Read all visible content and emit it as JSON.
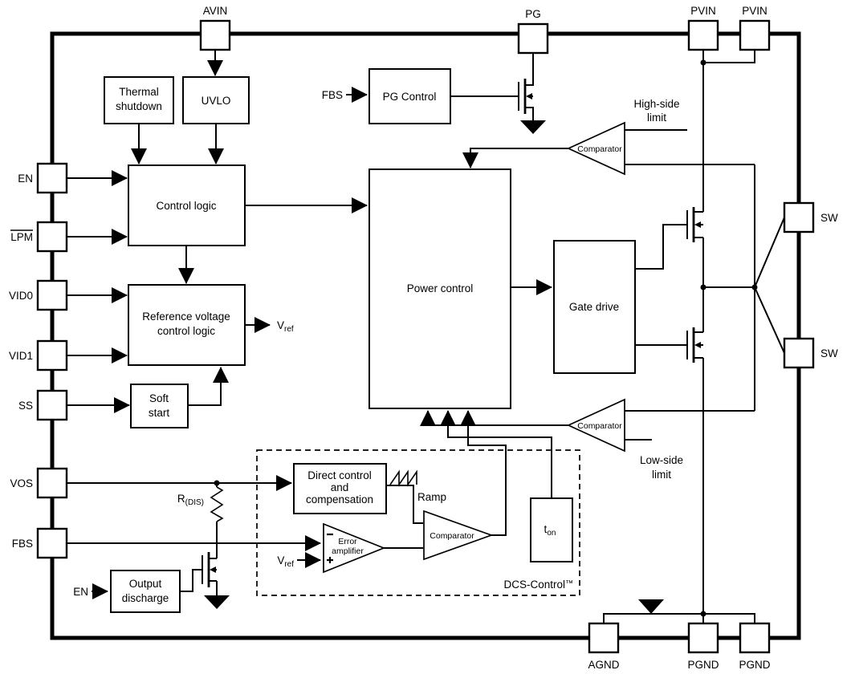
{
  "diagram": {
    "pins": {
      "avin": "AVIN",
      "pg": "PG",
      "pvin_1": "PVIN",
      "pvin_2": "PVIN",
      "en": "EN",
      "lpm": "LPM",
      "vid0": "VID0",
      "vid1": "VID1",
      "ss": "SS",
      "vos": "VOS",
      "fbs": "FBS",
      "sw_1": "SW",
      "sw_2": "SW",
      "agnd": "AGND",
      "pgnd_1": "PGND",
      "pgnd_2": "PGND"
    },
    "blocks": {
      "thermal_shutdown": [
        "Thermal",
        "shutdown"
      ],
      "uvlo": "UVLO",
      "pg_control": "PG Control",
      "control_logic": "Control logic",
      "ref_voltage": [
        "Reference voltage",
        "control logic"
      ],
      "soft_start": [
        "Soft",
        "start"
      ],
      "power_control": "Power control",
      "gate_drive": "Gate drive",
      "output_discharge": [
        "Output",
        "discharge"
      ],
      "direct_control": [
        "Direct control",
        "and",
        "compensation"
      ],
      "ton": {
        "main": "t",
        "sub": "on"
      }
    },
    "amps": {
      "comparator_high": "Comparator",
      "comparator_low": "Comparator",
      "comparator_dcs": "Comparator",
      "error_amp": [
        "Error",
        "amplifier"
      ]
    },
    "labels": {
      "fbs_inline": "FBS",
      "en_inline": "EN",
      "vref": {
        "main": "V",
        "sub": "ref"
      },
      "ramp": "Ramp",
      "high_side_limit": [
        "High-side",
        "limit"
      ],
      "low_side_limit": [
        "Low-side",
        "limit"
      ],
      "rdis": {
        "main": "R",
        "sub": "(DIS)"
      },
      "dcs_control": {
        "main": "DCS-Control",
        "sup": "™"
      }
    },
    "colors": {
      "line": "#000000",
      "background": "#ffffff"
    }
  }
}
